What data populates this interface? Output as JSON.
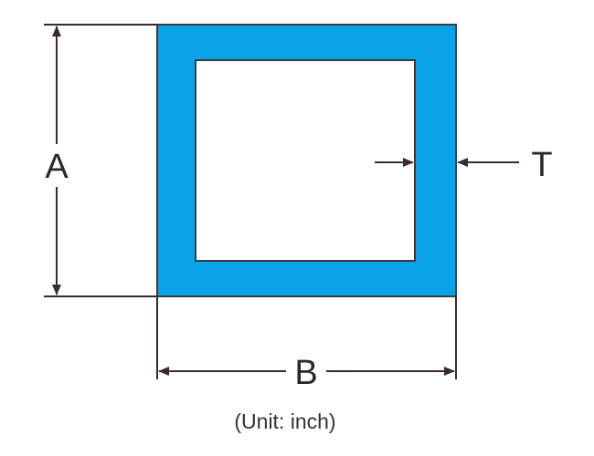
{
  "diagram": {
    "labels": {
      "height": "A",
      "width": "B",
      "thickness": "T"
    },
    "unit_note": "(Unit: inch)",
    "colors": {
      "tube_wall": "#0aa3e8",
      "tube_hollow": "#ffffff",
      "outline": "#3a3a3a",
      "dimension_line": "#3a2c2c",
      "text": "#2a2a2a"
    }
  }
}
